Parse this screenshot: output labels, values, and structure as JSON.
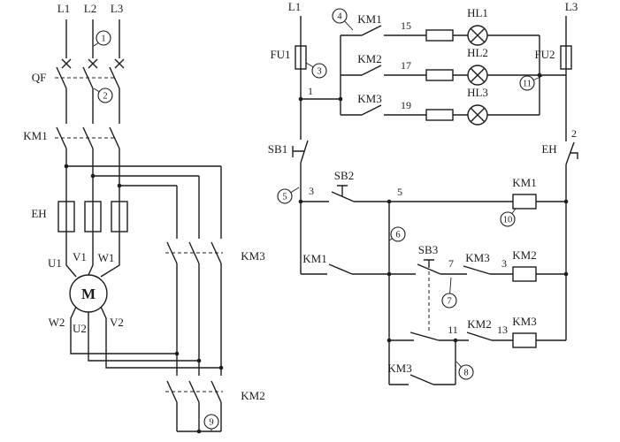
{
  "diagram": {
    "background": "#ffffff",
    "line_color": "#1c1c1c"
  },
  "power": {
    "phase_l1": "L1",
    "phase_l2": "L2",
    "phase_l3": "L3",
    "breaker": "QF",
    "main_contactor": "KM1",
    "overload": "EH",
    "terminals_top": [
      "U1",
      "V1",
      "W1"
    ],
    "motor": "M",
    "terminals_bottom": [
      "W2",
      "U2",
      "V2"
    ],
    "delta_contactor": "KM3",
    "star_contactor": "KM2"
  },
  "control": {
    "rail_l1": "L1",
    "rail_l3": "L3",
    "fuse_left": "FU1",
    "fuse_right": "FU2",
    "lamp_rows": [
      {
        "contact": "KM1",
        "wire": "15",
        "lamp": "HL1"
      },
      {
        "contact": "KM2",
        "wire": "17",
        "lamp": "HL2"
      },
      {
        "contact": "KM3",
        "wire": "19",
        "lamp": "HL3"
      }
    ],
    "stop_button": "SB1",
    "start_button": "SB2",
    "transfer_button": "SB3",
    "overload_contact": "EH",
    "nodes": {
      "n1": "1",
      "n2": "2",
      "n3": "3",
      "n5": "5",
      "n7": "7",
      "n3b": "3",
      "n11": "11",
      "n13": "13"
    },
    "aux_km1": "KM1",
    "interlock_km3": "KM3",
    "interlock_km2": "KM2",
    "aux_km3": "KM3",
    "coil_km1": "KM1",
    "coil_km2": "KM2",
    "coil_km3": "KM3"
  },
  "callouts": {
    "c1": "1",
    "c2": "2",
    "c3": "3",
    "c4": "4",
    "c5": "5",
    "c6": "6",
    "c7": "7",
    "c8": "8",
    "c9": "9",
    "c10": "10",
    "c11": "11"
  }
}
